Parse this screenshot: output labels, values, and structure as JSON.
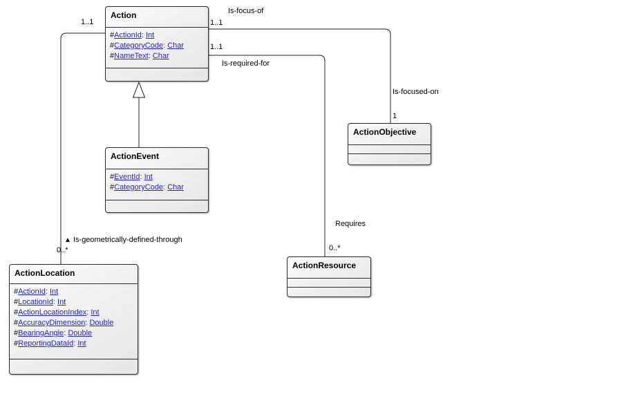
{
  "diagram": {
    "background": "#ffffff",
    "node_border": "#2a2a2a",
    "node_fill_top": "#fcfcfc",
    "node_fill_bottom": "#e7e7e7",
    "edge_color": "#1c1c1c",
    "link_color": "#2323cc"
  },
  "classes": {
    "action": {
      "title": "Action",
      "attributes": [
        {
          "vis": "#",
          "name": "ActionId",
          "type": "Int"
        },
        {
          "vis": "#",
          "name": "CategoryCode",
          "type": "Char"
        },
        {
          "vis": "#",
          "name": "NameText",
          "type": "Char"
        }
      ]
    },
    "actionEvent": {
      "title": "ActionEvent",
      "attributes": [
        {
          "vis": "#",
          "name": "EventId",
          "type": "Int"
        },
        {
          "vis": "#",
          "name": "CategoryCode",
          "type": "Char"
        }
      ]
    },
    "actionObjective": {
      "title": "ActionObjective"
    },
    "actionResource": {
      "title": "ActionResource"
    },
    "actionLocation": {
      "title": "ActionLocation",
      "attributes": [
        {
          "vis": "#",
          "name": "ActionId",
          "type": "Int"
        },
        {
          "vis": "#",
          "name": "LocationId",
          "type": "Int"
        },
        {
          "vis": "#",
          "name": "ActionLocationIndex",
          "type": "Int"
        },
        {
          "vis": "#",
          "name": "AccuracyDimension",
          "type": "Double"
        },
        {
          "vis": "#",
          "name": "BearingAngle",
          "type": "Double"
        },
        {
          "vis": "#",
          "name": "ReportingDataId",
          "type": "Int"
        }
      ]
    }
  },
  "labels": {
    "is_focus_of": "Is-focus-of",
    "is_required_for": "Is-required-for",
    "is_focused_on": "Is-focused-on",
    "requires": "Requires",
    "geo_marker": "▲",
    "is_geometrically_defined_through": "Is-geometrically-defined-through",
    "colon": ": "
  },
  "multiplicities": {
    "action_to_location": "1..1",
    "action_to_objective": "1..1",
    "action_to_resource": "1..1",
    "objective_end": "1",
    "resource_end": "0..*",
    "location_end": "0..*"
  }
}
